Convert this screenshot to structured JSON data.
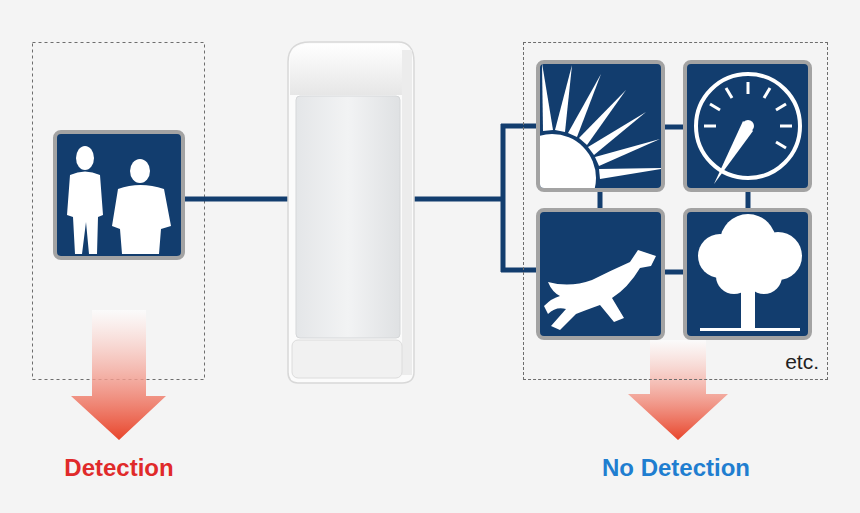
{
  "diagram": {
    "nodes": [
      {
        "text": [
          "etc."
        ]
      }
    ],
    "labels": [
      "Detection",
      "No Detection"
    ]
  }
}
